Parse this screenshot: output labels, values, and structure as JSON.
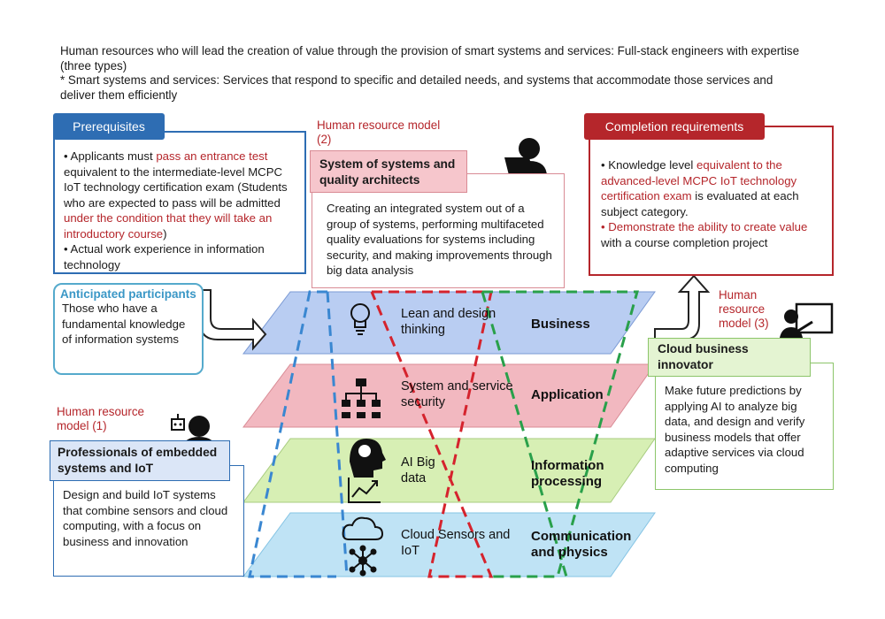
{
  "header": {
    "line1": "Human resources who will lead the creation of value through the provision of smart systems and services: Full-stack engineers with expertise (three types)",
    "line2": "* Smart systems and services: Services that respond to specific and detailed needs, and systems that accommodate those services and deliver them efficiently"
  },
  "prerequisites": {
    "title": "Prerequisites",
    "b1_pre": "• Applicants must ",
    "b1_red": "pass an entrance test",
    "b1_post": " equivalent to the intermediate-level MCPC IoT technology certification exam (Students who are expected to pass will be admitted ",
    "b1_red2": "under the condition that they will take an introductory course",
    "b1_end": ")",
    "b2": "• Actual work experience in information technology"
  },
  "anticipated": {
    "title": "Anticipated participants",
    "text": "Those who have a fundamental knowledge of information systems"
  },
  "model2": {
    "caption": "Human resource model (2)",
    "title": "System of systems and quality architects",
    "text": "Creating an integrated system out of a group of systems, performing multifaceted quality evaluations for systems including security, and making improvements through big data analysis"
  },
  "completion": {
    "title": "Completion requirements",
    "b1_pre": "• Knowledge level ",
    "b1_red": "equivalent to the advanced-level MCPC IoT technology certification exam",
    "b1_post": " is evaluated at each subject category.",
    "b2_red": "• Demonstrate the ability to create value",
    "b2_post": " with a course completion project"
  },
  "model3": {
    "caption": "Human resource model (3)",
    "title": "Cloud business innovator",
    "text": "Make future predictions by applying AI to analyze big data, and design and verify business models that offer adaptive services via cloud computing"
  },
  "model1": {
    "caption": "Human resource model (1)",
    "title": "Professionals of embedded systems and IoT",
    "text": "Design and build IoT systems that combine sensors and cloud computing, with a focus on business and innovation"
  },
  "layers": [
    {
      "content": "Lean and design thinking",
      "name": "Business",
      "color": "#b9cdf2",
      "icon": "lightbulb-icon"
    },
    {
      "content": "System and service security",
      "name": "Application",
      "color": "#f2b8c0",
      "icon": "hierarchy-icon"
    },
    {
      "content": "AI Big data",
      "name": "Information processing",
      "color": "#d7efb4",
      "icon": "brain-chart-icon"
    },
    {
      "content": "Cloud Sensors and IoT",
      "name": "Communication and physics",
      "color": "#bfe3f5",
      "icon": "cloud-network-icon"
    }
  ],
  "colors": {
    "blue": "#2e6db3",
    "red": "#b5262b",
    "green": "#8cc56a",
    "teal": "#55aacc"
  }
}
